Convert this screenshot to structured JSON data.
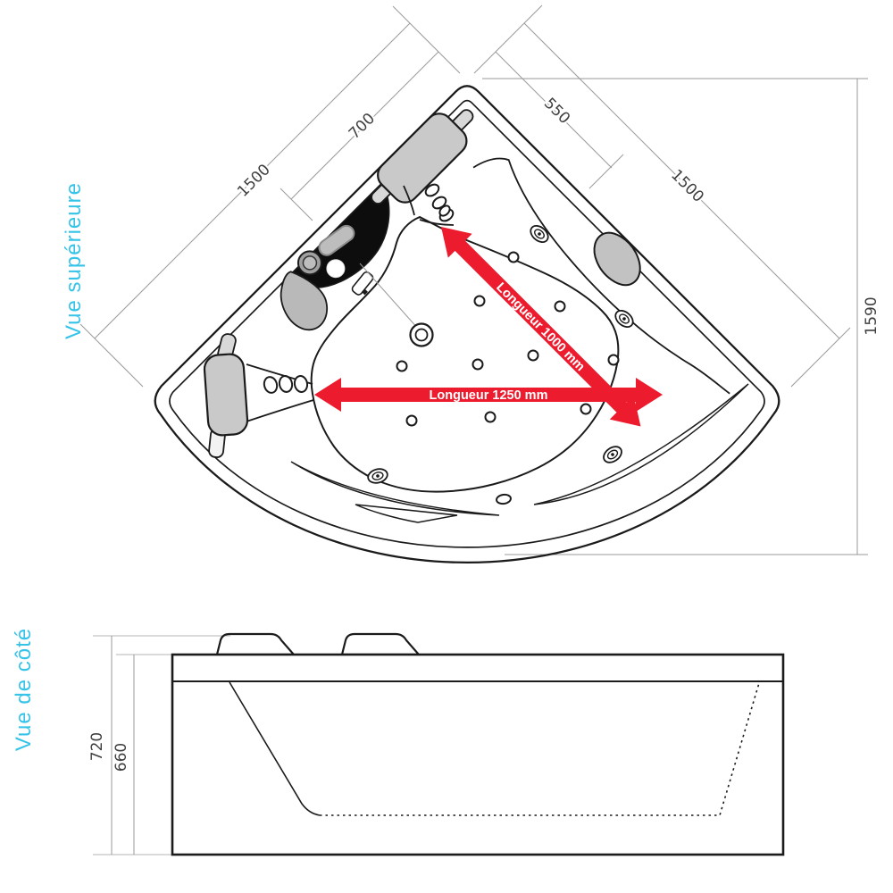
{
  "colors": {
    "accent_cyan": "#35c3e8",
    "arrow_red": "#ec1b2d",
    "line_dark": "#1b1b1b",
    "dimension_gray": "#9a9a9a",
    "pillow_gray": "#c9c9c9",
    "panel_black": "#0d0d0d"
  },
  "top_view": {
    "view_label": "Vue supérieure",
    "dim_wall_left_total": "1500",
    "dim_wall_left_segment": "700",
    "dim_wall_right_segment": "550",
    "dim_wall_right_total": "1500",
    "dim_diagonal_height": "1590",
    "arrow_diagonal_label": "Longueur 1000 mm",
    "arrow_horizontal_label": "Longueur 1250 mm"
  },
  "side_view": {
    "view_label": "Vue de côté",
    "dim_outer_height": "720",
    "dim_inner_height": "660"
  }
}
